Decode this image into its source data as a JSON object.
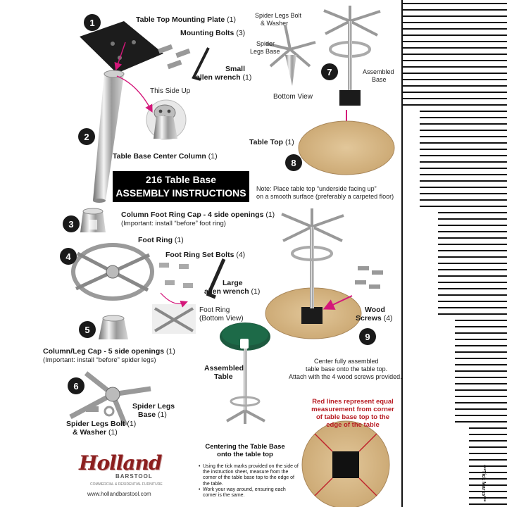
{
  "title": {
    "line1": "216 Table Base",
    "line2": "ASSEMBLY INSTRUCTIONS"
  },
  "steps": [
    {
      "n": "1"
    },
    {
      "n": "2"
    },
    {
      "n": "3"
    },
    {
      "n": "4"
    },
    {
      "n": "5"
    },
    {
      "n": "6"
    },
    {
      "n": "7"
    },
    {
      "n": "8"
    },
    {
      "n": "9"
    }
  ],
  "parts": {
    "mounting_plate": {
      "name": "Table Top Mounting Plate",
      "qty": "(1)"
    },
    "mounting_bolts": {
      "name": "Mounting Bolts",
      "qty": "(3)"
    },
    "small_wrench_1": "Small",
    "small_wrench_2": {
      "name": "allen wrench",
      "qty": "(1)"
    },
    "this_side_up": "This Side Up",
    "center_column": {
      "name": "Table Base Center Column",
      "qty": "(1)"
    },
    "foot_ring_cap": {
      "name": "Column Foot Ring Cap - 4 side openings",
      "qty": "(1)"
    },
    "foot_ring_cap_note": "(Important: install “before” foot ring)",
    "foot_ring": {
      "name": "Foot Ring",
      "qty": "(1)"
    },
    "set_bolts": {
      "name": "Foot Ring Set Bolts",
      "qty": "(4)"
    },
    "large_wrench_1": "Large",
    "large_wrench_2": {
      "name": "allen wrench",
      "qty": "(1)"
    },
    "foot_ring_bottom_1": "Foot Ring",
    "foot_ring_bottom_2": "(Bottom View)",
    "leg_cap": {
      "name": "Column/Leg Cap - 5 side openings",
      "qty": "(1)"
    },
    "leg_cap_note": "(Important: install “before” spider legs)",
    "spider_base_1": "Spider Legs",
    "spider_base_2": {
      "name": "Base",
      "qty": "(1)"
    },
    "spider_bolt_1": {
      "name": "Spider Legs Bolt",
      "qty": "(1)"
    },
    "spider_bolt_2": {
      "name": "& Washer",
      "qty": "(1)"
    },
    "bv_bolt_1": "Spider Legs Bolt",
    "bv_bolt_2": "& Washer",
    "bv_base_1": "Spider",
    "bv_base_2": "Legs Base",
    "bottom_view": "Bottom View",
    "assembled_base_1": "Assembled",
    "assembled_base_2": "Base",
    "table_top": {
      "name": "Table Top",
      "qty": "(1)"
    },
    "table_top_note_1": "Note: Place table top “underside facing up”",
    "table_top_note_2": "on a smooth surface (preferably a carpeted floor)",
    "wood_screws_1": "Wood",
    "wood_screws_2": {
      "name": "Screws",
      "qty": "(4)"
    },
    "step9_note_1": "Center fully assembled",
    "step9_note_2": "table base onto the table top.",
    "step9_note_3": "Attach with the 4 wood screws provided.",
    "assembled_table_1": "Assembled",
    "assembled_table_2": "Table"
  },
  "centering": {
    "red_note": "Red lines represent equal measurement from corner of table base top to the edge of the table",
    "title_1": "Centering the Table Base",
    "title_2": "onto the table top",
    "steps": [
      "Using the tick marks provided on the side of the instruction sheet, measure from the corner of the table base top to the edge of the table.",
      "Work your way around, ensuring each corner is the same."
    ]
  },
  "ruler": {
    "label": "***Tick Marks***"
  },
  "logo": {
    "name": "Holland",
    "sub": "BARSTOOL",
    "sub2": "COMMERCIAL & RESIDENTIAL FURNITURE",
    "url": "www.hollandbarstool.com"
  },
  "colors": {
    "accent_magenta": "#d4177a",
    "red_note": "#b81c23",
    "tabletop": "#d6b98a"
  }
}
